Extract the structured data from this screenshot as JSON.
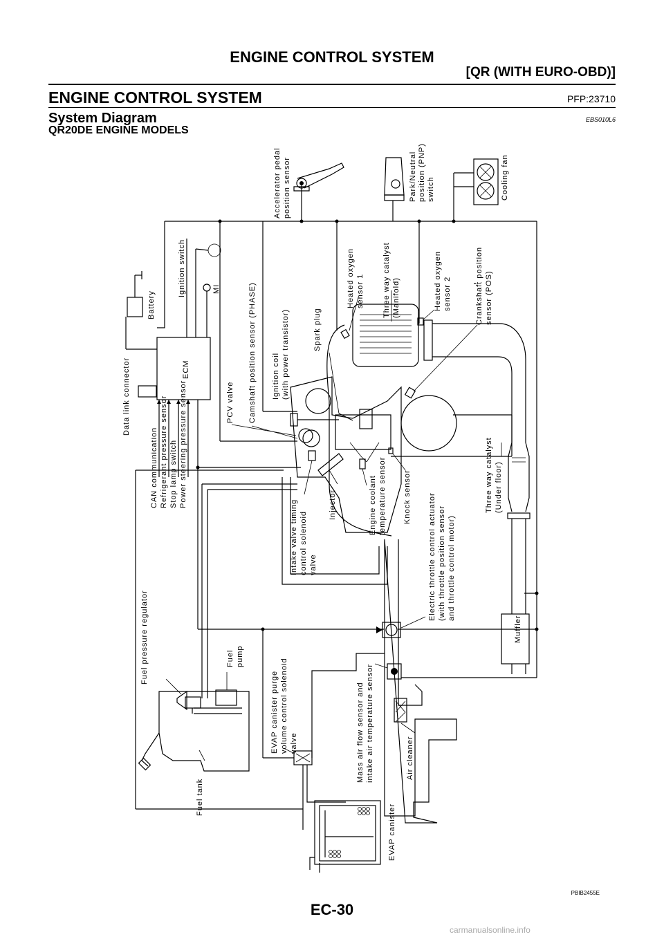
{
  "header": {
    "title": "ENGINE CONTROL SYSTEM",
    "subtitle": "[QR (WITH EURO-OBD)]"
  },
  "section": {
    "title": "ENGINE CONTROL SYSTEM",
    "pfp": "PFP:23710"
  },
  "system_diagram": {
    "title": "System Diagram",
    "ref": "EBS010L6",
    "models": "QR20DE ENGINE MODELS"
  },
  "labels": {
    "accelerator_pedal": [
      "Accelerator pedal",
      "position sensor"
    ],
    "pnp_switch": [
      "Park/Neutral",
      "position (PNP)",
      "switch"
    ],
    "cooling_fan": "Cooling fan",
    "ignition_switch": "Ignition switch",
    "mi": "MI",
    "battery": "Battery",
    "ecm": "ECM",
    "data_link": "Data link connector",
    "camshaft": "Camshaft position sensor (PHASE)",
    "pcv": "PCV valve",
    "ignition_coil": [
      "Ignition coil",
      "(with power transistor)"
    ],
    "spark_plug": "Spark plug",
    "heated_o2_1": [
      "Heated oxygen",
      "sensor 1"
    ],
    "twc_manifold": [
      "Three way catalyst",
      "(Manifold)"
    ],
    "heated_o2_2": [
      "Heated oxygen",
      "sensor 2"
    ],
    "crankshaft": [
      "Crankshaft position",
      "sensor (POS)"
    ],
    "ecm_inputs": [
      "CAN communication",
      "Refrigerant pressure sensor",
      "Stop lamp switch",
      "Power steering pressure sensor"
    ],
    "intake_valve": [
      "Intake valve timing",
      "control solenoid",
      "valve"
    ],
    "injector": "Injector",
    "coolant_sensor": [
      "Engine coolant",
      "temperature sensor"
    ],
    "knock_sensor": "Knock sensor",
    "throttle": [
      "Electric throttle control actuator",
      "(with throttle position sensor",
      "and throttle control motor)"
    ],
    "twc_floor": [
      "Three way catalyst",
      "(Under floor)"
    ],
    "muffler": "Muffler",
    "fuel_regulator": "Fuel pressure regulator",
    "fuel_pump": [
      "Fuel",
      "pump"
    ],
    "fuel_tank": "Fuel tank",
    "evap_purge": [
      "EVAP canister purge",
      "volume control solenoid",
      "valve"
    ],
    "maf": [
      "Mass air flow sensor and",
      "intake air temperature sensor"
    ],
    "air_cleaner": "Air cleaner",
    "evap_canister": "EVAP canister"
  },
  "figure_code": "PBIB2455E",
  "page_number": "EC-30",
  "watermark": "carmanualsonline.info"
}
